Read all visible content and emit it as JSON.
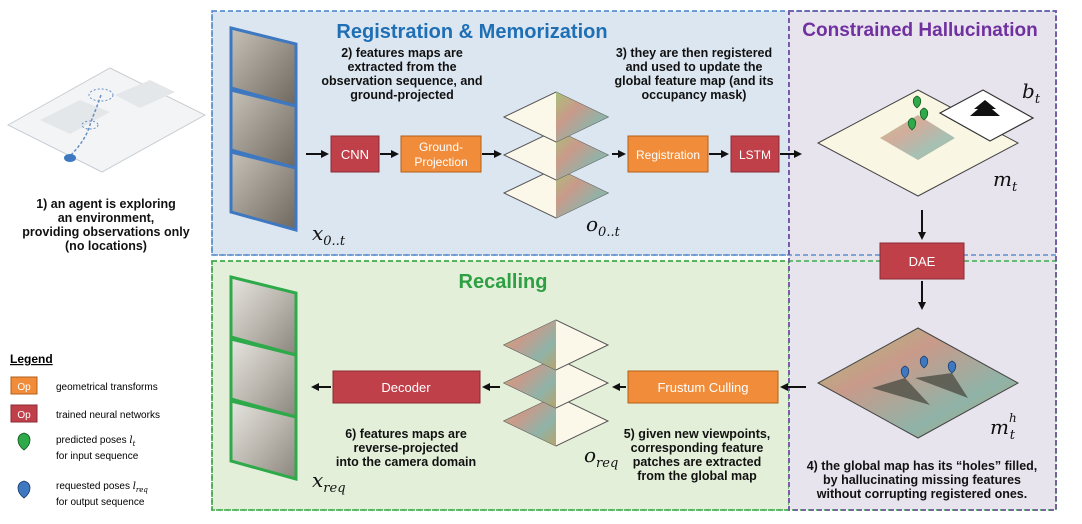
{
  "sections": {
    "registration": "Registration & Memorization",
    "hallucination": "Constrained Hallucination",
    "recalling": "Recalling"
  },
  "boxes": {
    "cnn": "CNN",
    "ground1": "Ground-",
    "ground2": "Projection",
    "registration": "Registration",
    "lstm": "LSTM",
    "dae": "DAE",
    "decoder": "Decoder",
    "frustum": "Frustum Culling"
  },
  "notes": {
    "n1": [
      "1)  an agent  is exploring",
      "an environment,",
      "providing observations only",
      "(no locations)"
    ],
    "n2": [
      "2) features maps are",
      "extracted from the",
      "observation sequence, and",
      "ground-projected"
    ],
    "n3": [
      "3) they are then registered",
      "and used to  update the",
      "global feature map (and its",
      "occupancy mask)"
    ],
    "n4": [
      "4) the global map has its “holes” filled,",
      "by hallucinating missing features",
      "without corrupting registered ones."
    ],
    "n5": [
      "5) given new viewpoints,",
      "corresponding feature",
      "patches are extracted",
      "from the global map"
    ],
    "n6": [
      "6) features maps are",
      "reverse-projected",
      "into the camera domain"
    ]
  },
  "math": {
    "x_base": "x",
    "x_sub": "0..t",
    "o_base": "o",
    "o_sub": "0..t",
    "b_base": "b",
    "b_sub": "t",
    "m_base": "m",
    "m_sub": "t",
    "mh_base": "m",
    "mh_sub": "t",
    "mh_sup": "h",
    "oreq_base": "o",
    "oreq_sub": "req",
    "xreq_base": "x",
    "xreq_sub": "req"
  },
  "legend": {
    "title": "Legend",
    "op": "Op",
    "geom": "geometrical transforms",
    "nn": "trained neural networks",
    "pred1": "predicted poses ",
    "pred_var": "l",
    "pred_sub": "t",
    "pred2": "for input sequence",
    "req1": "requested poses ",
    "req_var": "l",
    "req_sub": "req",
    "req2": "for output sequence"
  },
  "colors": {
    "blue_title": "#1f6fb5",
    "purple_title": "#7030a0",
    "green_title": "#2ea043",
    "op_orange": "#f08c3a",
    "nn_red": "#c0404a",
    "pose_green": "#2eaa4a",
    "pose_blue": "#3d78c0"
  }
}
